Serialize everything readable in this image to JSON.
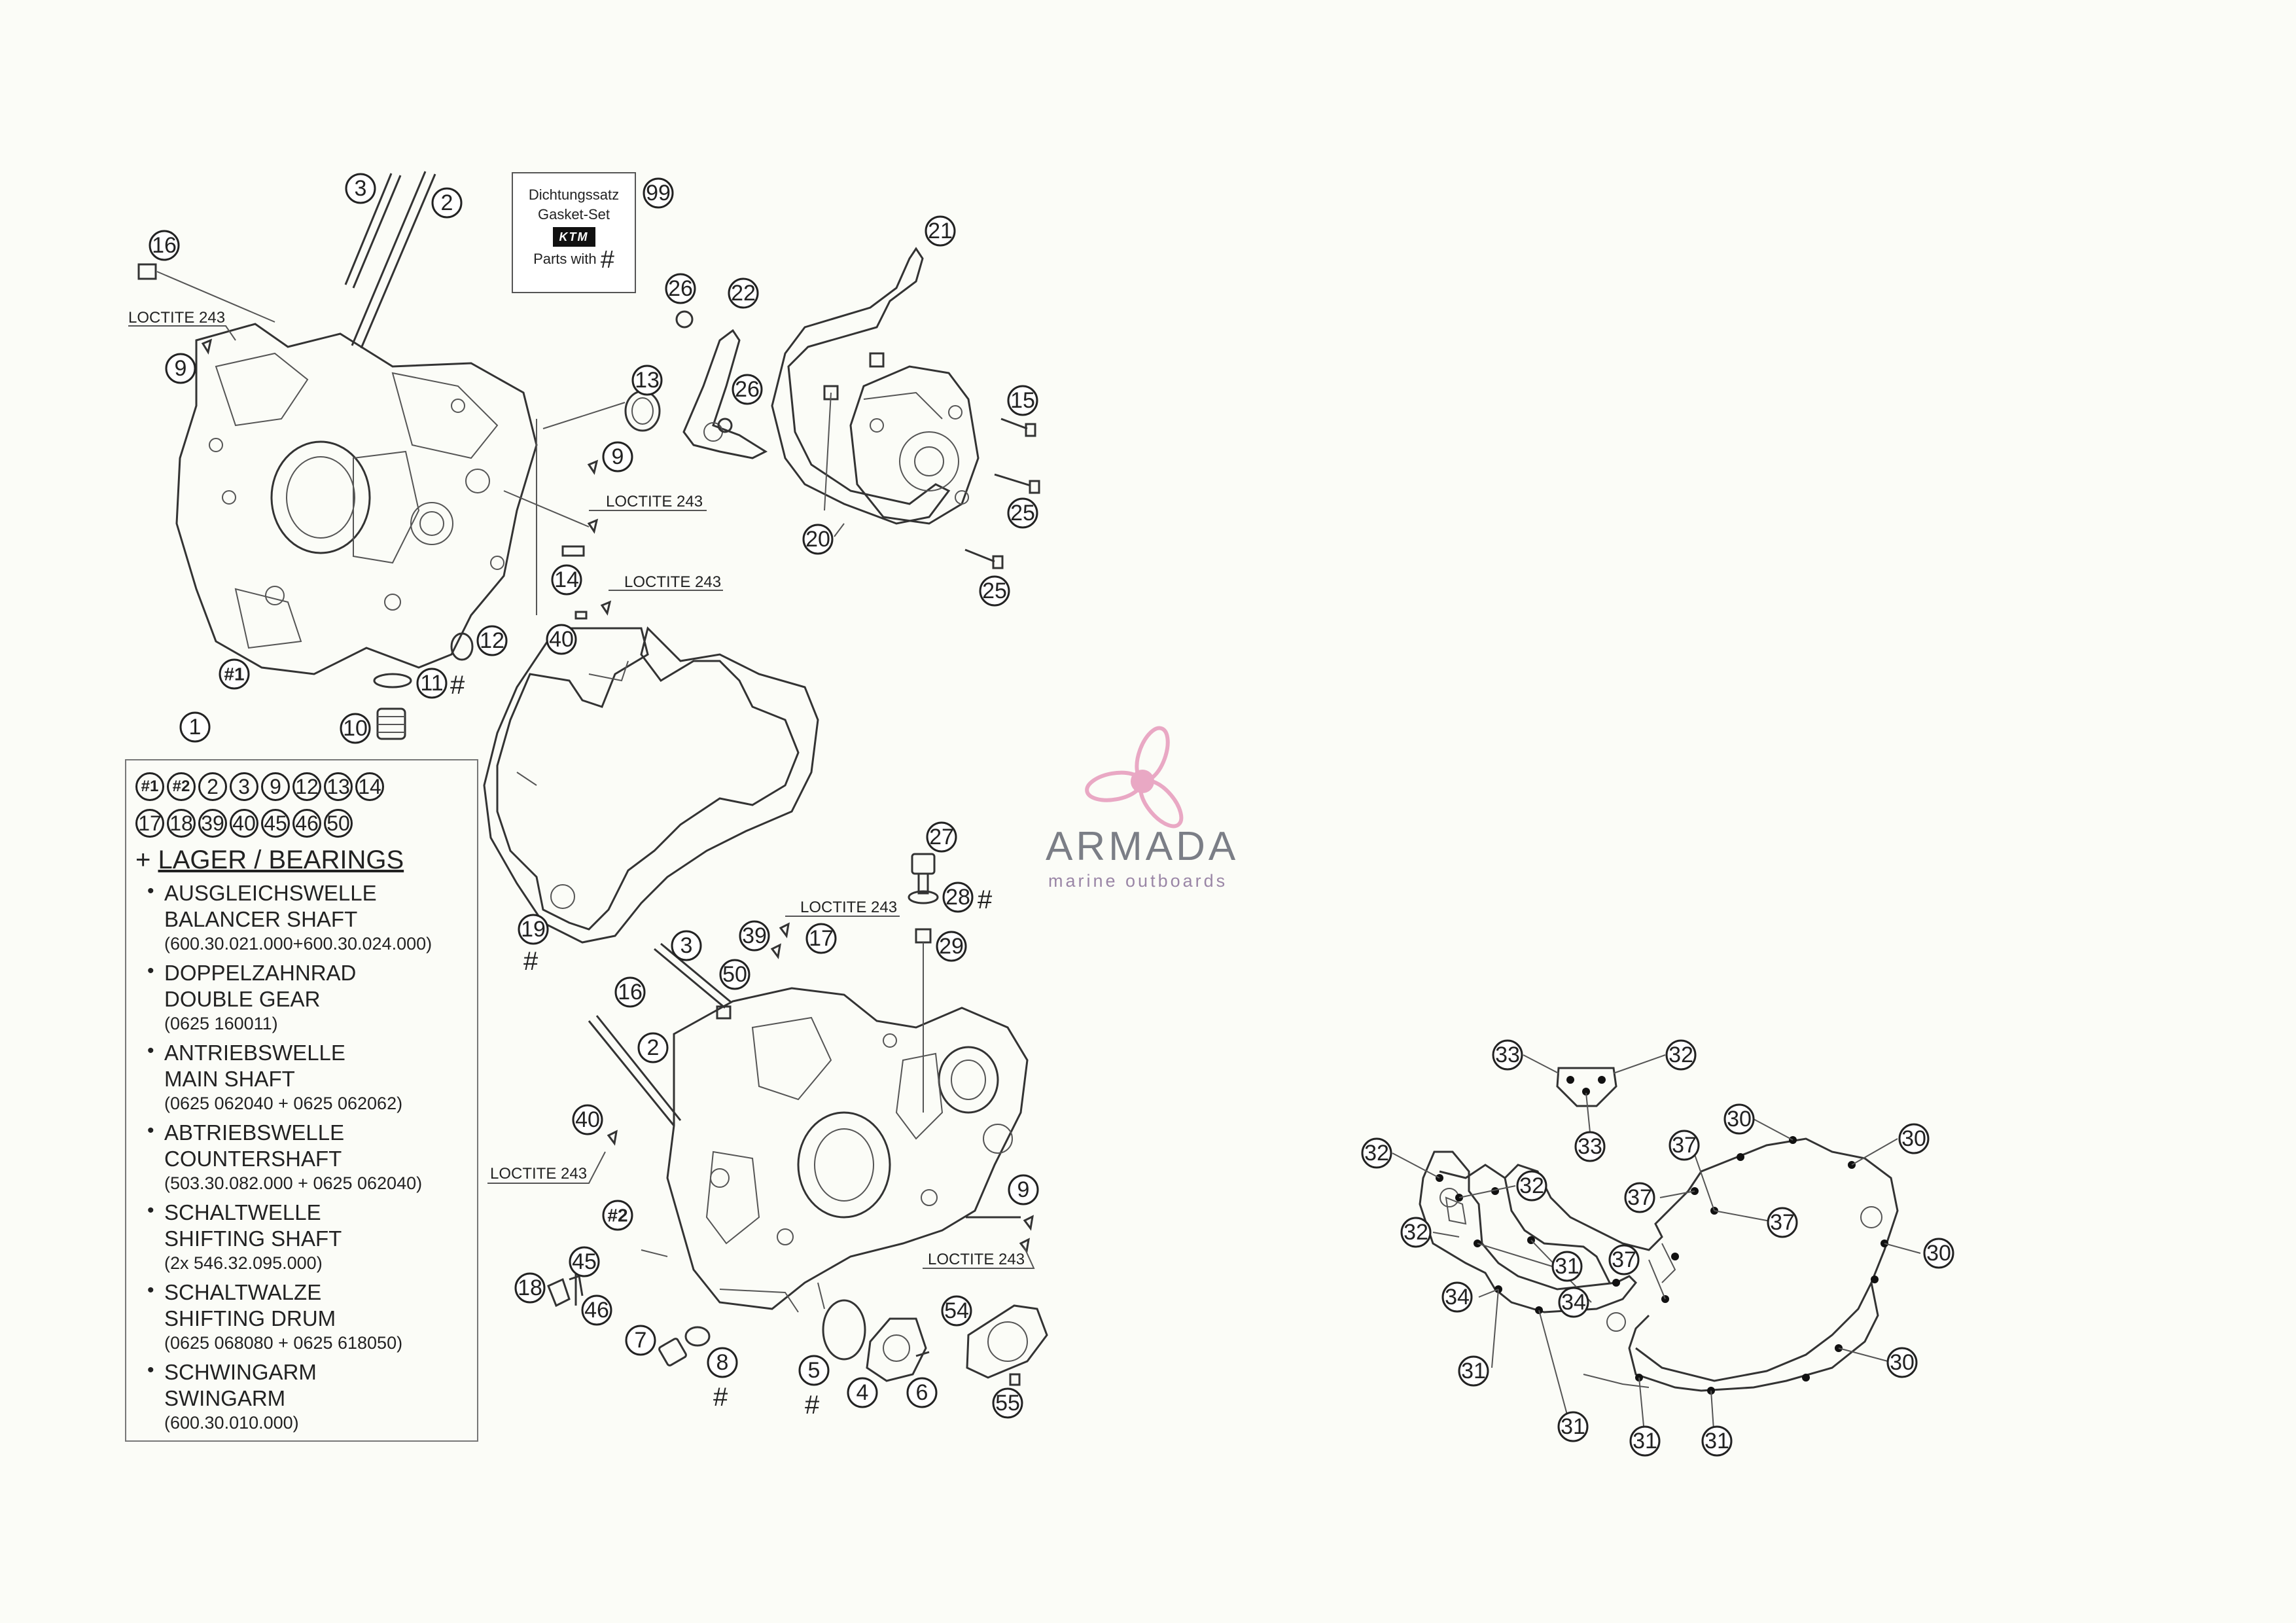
{
  "loctite_label": "LOCTITE 243",
  "hash_mark": "#",
  "kit": {
    "line1": "Dichtungssatz",
    "line2": "Gasket-Set",
    "brand": "KTM",
    "line3": "Parts with",
    "mark": "#",
    "number": "99"
  },
  "callouts": {
    "n1": "1",
    "n2": "2",
    "n3": "3",
    "n4": "4",
    "n5": "5",
    "n6": "6",
    "n7": "7",
    "n8": "8",
    "n9": "9",
    "n10": "10",
    "n11": "11",
    "n12": "12",
    "n13": "13",
    "n14": "14",
    "n15": "15",
    "n16": "16",
    "n17": "17",
    "n18": "18",
    "n19": "19",
    "n20": "20",
    "n21": "21",
    "n22": "22",
    "n25": "25",
    "n26": "26",
    "n27": "27",
    "n28": "28",
    "n29": "29",
    "n30": "30",
    "n31": "31",
    "n32": "32",
    "n33": "33",
    "n34": "34",
    "n37": "37",
    "n39": "39",
    "n40": "40",
    "n45": "45",
    "n46": "46",
    "n50": "50",
    "n54": "54",
    "n55": "55",
    "h1": "#1",
    "h2": "#2"
  },
  "legend": {
    "chips_row1": [
      "#1",
      "#2",
      "2",
      "3",
      "9",
      "12",
      "13",
      "14"
    ],
    "chips_row2": [
      "17",
      "18",
      "39",
      "40",
      "45",
      "46",
      "50"
    ],
    "plus": "+",
    "heading": "LAGER / BEARINGS",
    "bullet": "•",
    "items": [
      {
        "de": "AUSGLEICHSWELLE",
        "en": "BALANCER SHAFT",
        "pn": "(600.30.021.000+600.30.024.000)"
      },
      {
        "de": "DOPPELZAHNRAD",
        "en": "DOUBLE GEAR",
        "pn": "(0625 160011)"
      },
      {
        "de": "ANTRIEBSWELLE",
        "en": "MAIN SHAFT",
        "pn": "(0625 062040 + 0625 062062)"
      },
      {
        "de": "ABTRIEBSWELLE",
        "en": "COUNTERSHAFT",
        "pn": "(503.30.082.000 + 0625 062040)"
      },
      {
        "de": "SCHALTWELLE",
        "en": "SHIFTING SHAFT",
        "pn": "(2x 546.32.095.000)"
      },
      {
        "de": "SCHALTWALZE",
        "en": "SHIFTING DRUM",
        "pn": "(0625 068080 + 0625 618050)"
      },
      {
        "de": "SCHWINGARM",
        "en": "SWINGARM",
        "pn": "(600.30.010.000)"
      }
    ]
  },
  "watermark": {
    "name": "ARMADA",
    "tagline": "marine outboards",
    "color": "#e9a8c4"
  }
}
